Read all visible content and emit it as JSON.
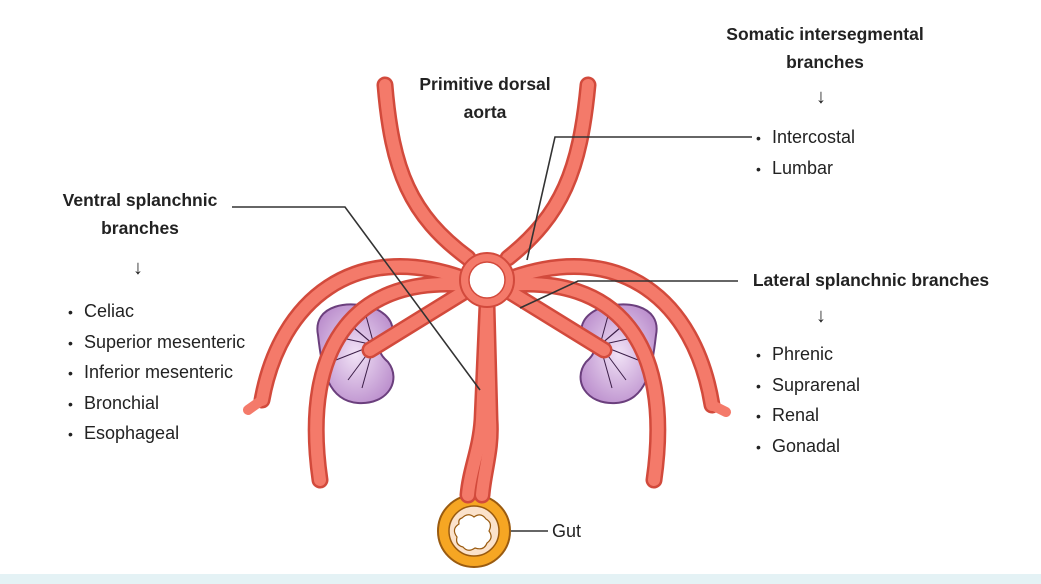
{
  "labels": {
    "aorta": [
      "Primitive dorsal",
      "aorta"
    ],
    "somatic": [
      "Somatic intersegmental",
      "branches"
    ],
    "ventral": [
      "Ventral splanchnic",
      "branches"
    ],
    "lateral": "Lateral splanchnic branches",
    "gut": "Gut"
  },
  "lists": {
    "somatic": [
      "Intercostal",
      "Lumbar"
    ],
    "ventral": [
      "Celiac",
      "Superior mesenteric",
      "Inferior mesenteric",
      "Bronchial",
      "Esophageal"
    ],
    "lateral": [
      "Phrenic",
      "Suprarenal",
      "Renal",
      "Gonadal"
    ]
  },
  "colors": {
    "vessel_fill": "#f47a6a",
    "vessel_stroke": "#d24a3c",
    "kidney": "#c9a4d8",
    "kidney_stroke": "#6b3f7d",
    "gut_ring": "#f6a623",
    "leader_line": "#333333",
    "bottom_strip": "#e4f2f5"
  },
  "icons": {
    "down_arrow": "↓"
  }
}
